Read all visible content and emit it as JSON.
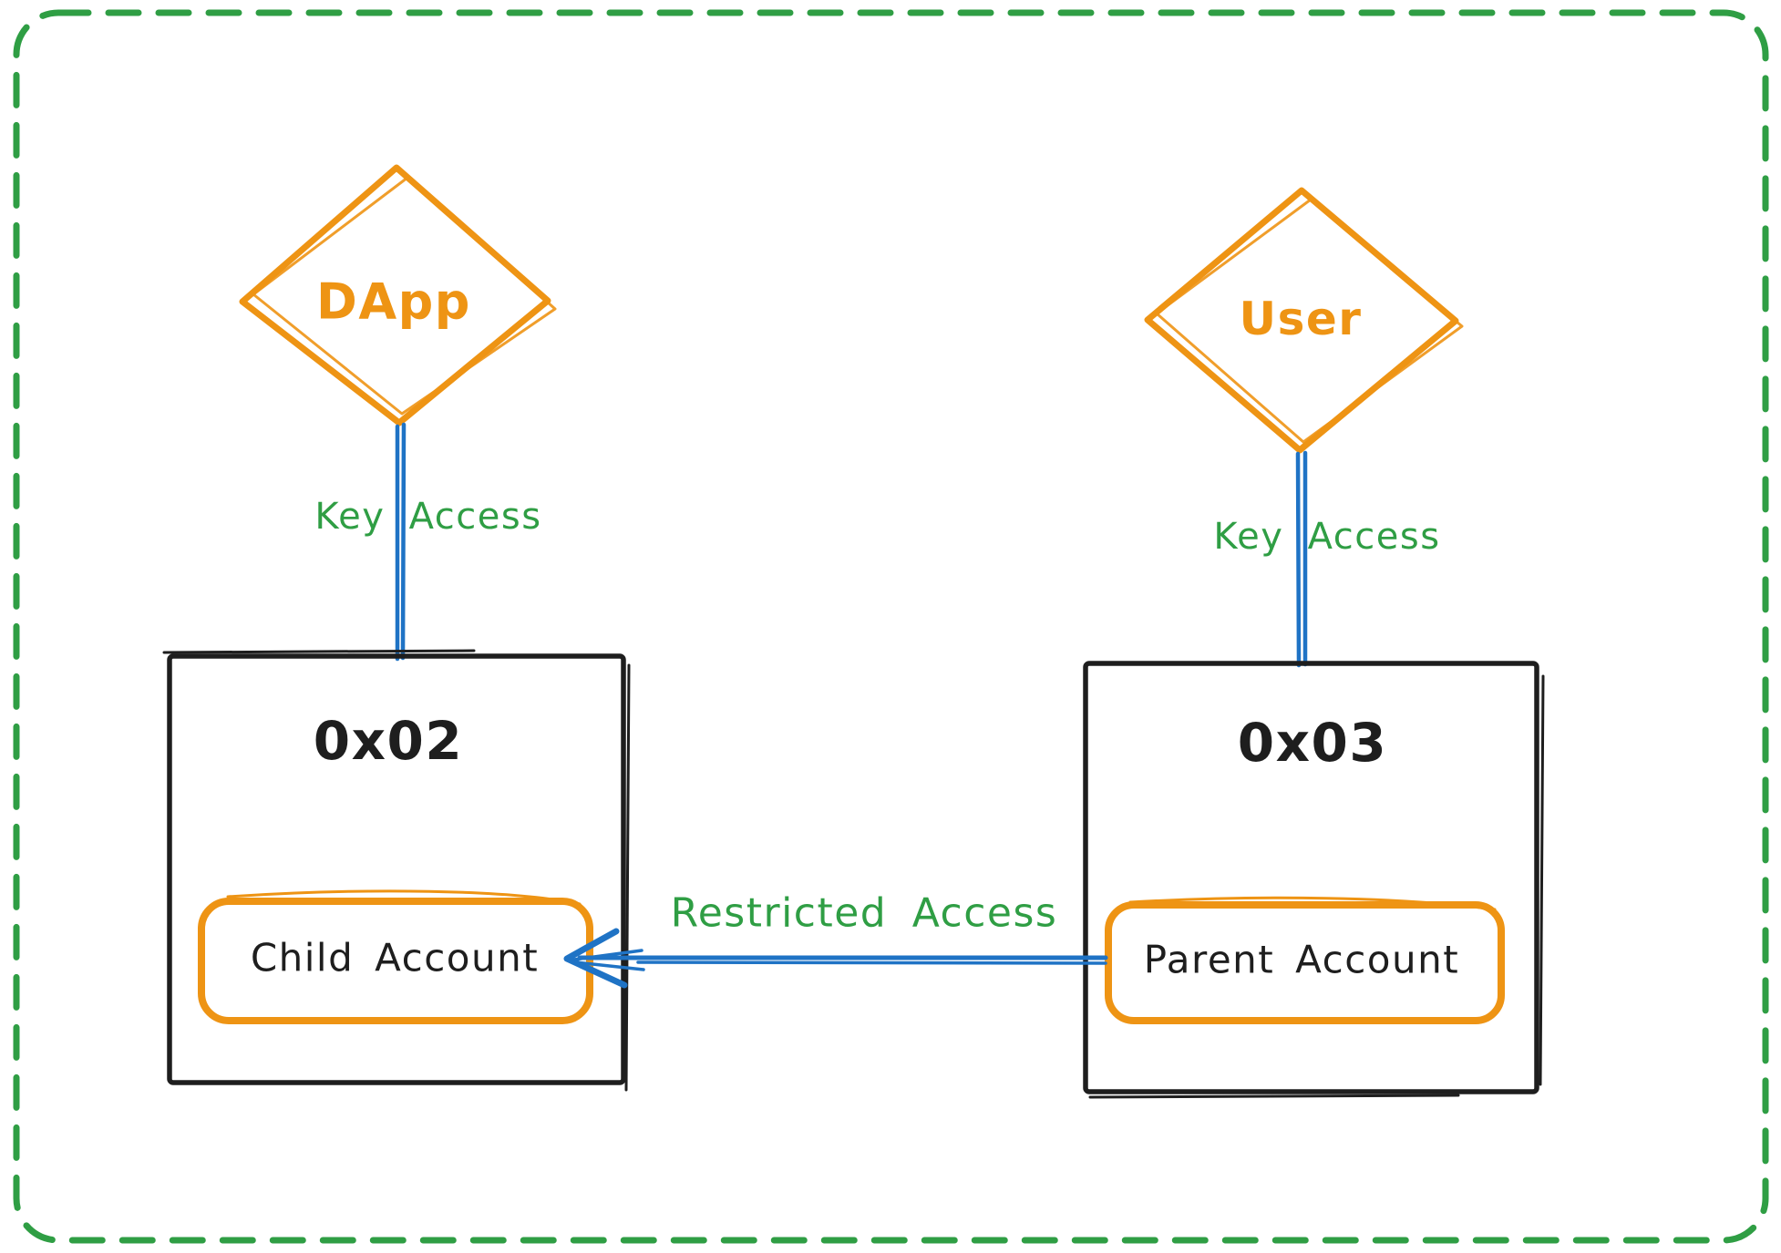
{
  "colors": {
    "orange": "#ee9414",
    "hatch1": "#ffdf8e",
    "hatch2": "#ffedc0",
    "green": "#2f9e44",
    "blue": "#1f73c5",
    "ink": "#1e1e1e",
    "bg": "#ffffff"
  },
  "nodes": {
    "dapp": {
      "label": "DApp"
    },
    "user": {
      "label": "User"
    },
    "contract_left": {
      "address": "0x02",
      "account_label": "Child Account"
    },
    "contract_right": {
      "address": "0x03",
      "account_label": "Parent Account"
    }
  },
  "edges": {
    "dapp_to_left": {
      "label": "Key Access"
    },
    "user_to_right": {
      "label": "Key Access"
    },
    "parent_to_child": {
      "label": "Restricted Access"
    }
  }
}
